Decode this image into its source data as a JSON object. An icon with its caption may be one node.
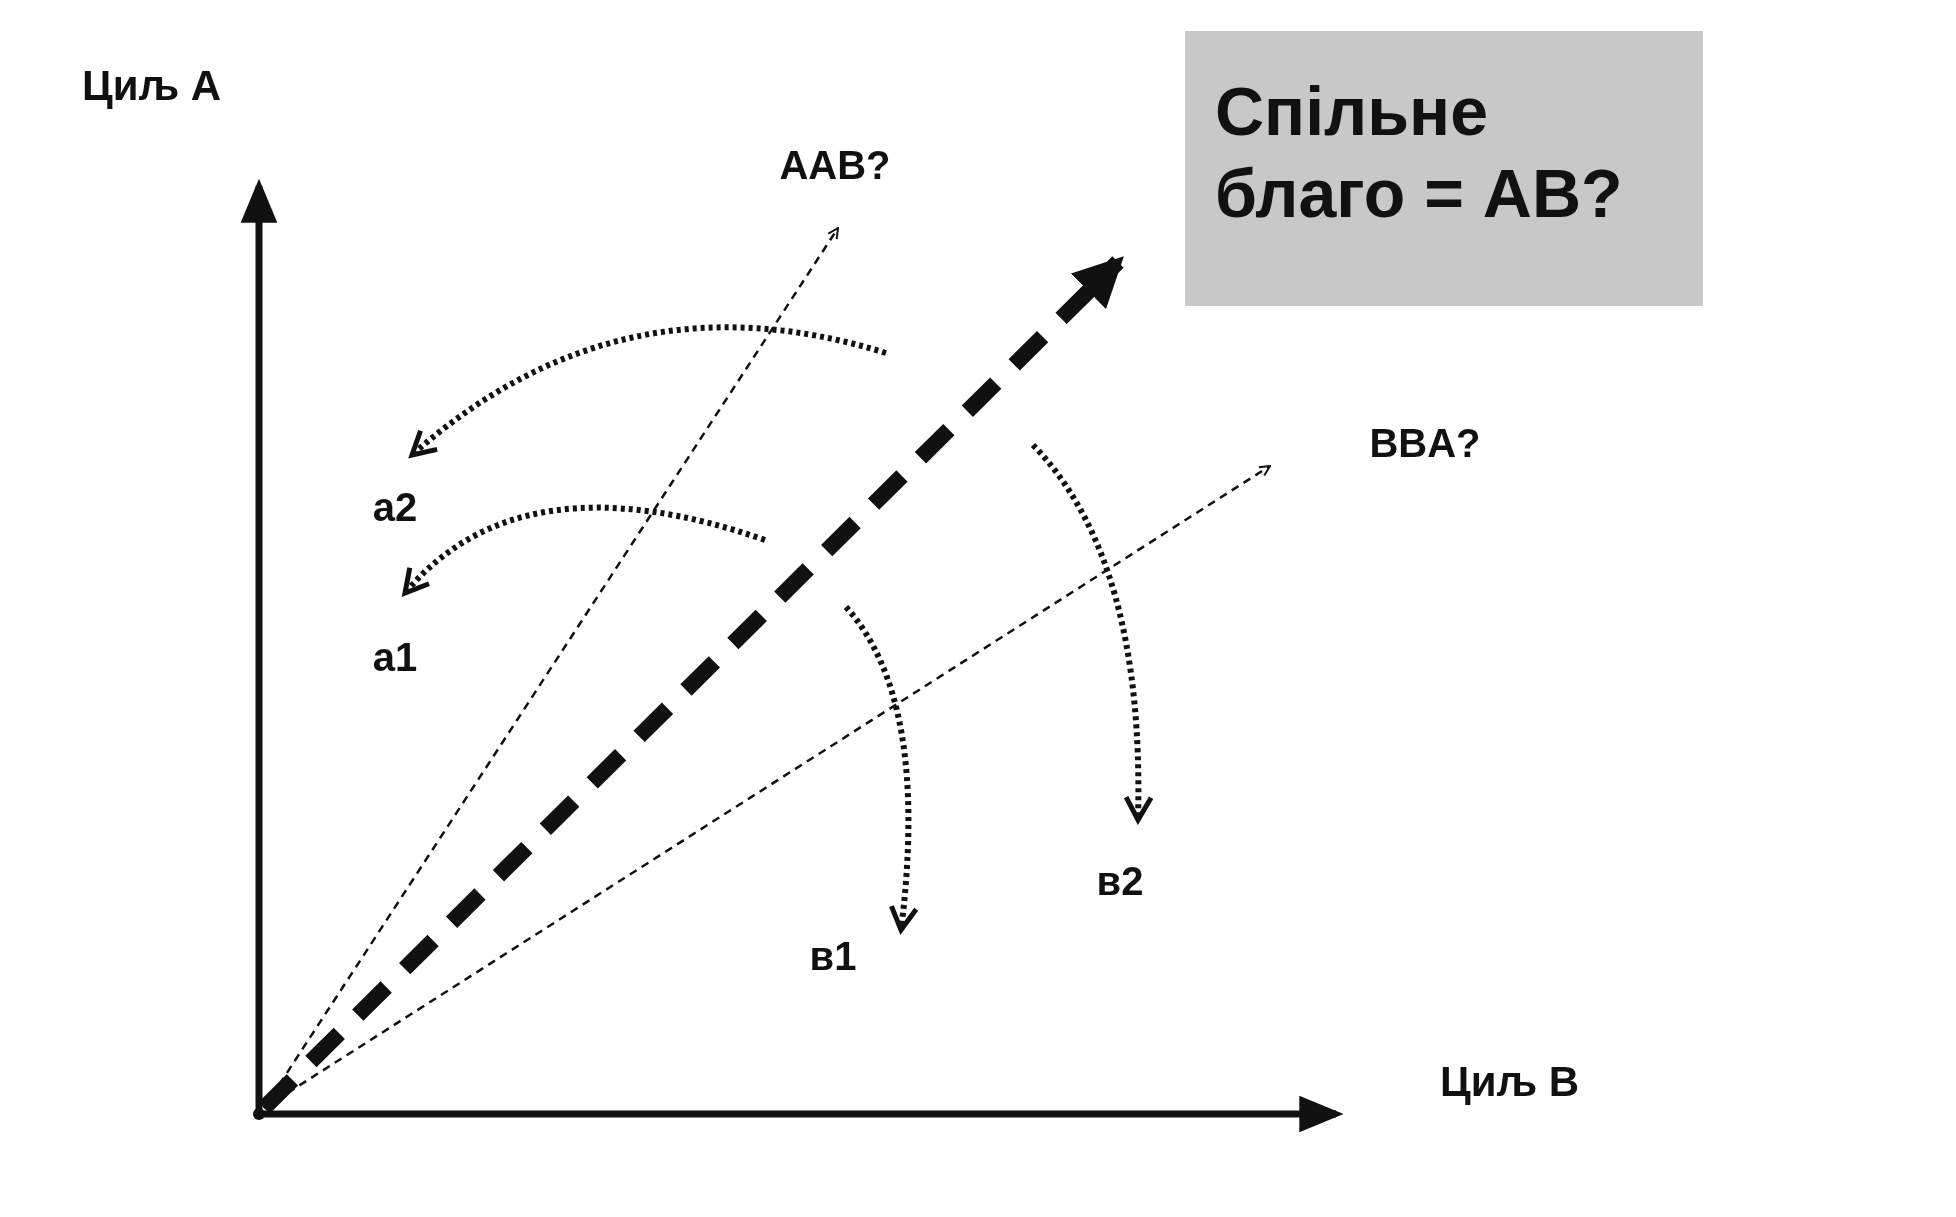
{
  "diagram": {
    "nodes": [
      {
        "text": [],
        "shape": "point"
      },
      {
        "text": [
          "AAB?"
        ]
      },
      {
        "text": [
          "BBA?"
        ]
      },
      {
        "text": [
          "Спільне благо = AB?"
        ]
      },
      {
        "text": [
          "a2"
        ]
      },
      {
        "text": [
          "a1"
        ]
      },
      {
        "text": [
          "в1"
        ]
      },
      {
        "text": [
          "в2"
        ]
      }
    ],
    "edges": [
      {
        "from": 0,
        "to": 1,
        "arrow": "to",
        "style": "dashed"
      },
      {
        "from": 0,
        "to": 2,
        "arrow": "to",
        "style": "dashed"
      },
      {
        "from": 0,
        "to": 3,
        "arrow": "to",
        "style": "dashed"
      },
      {
        "from": null,
        "to": 4,
        "arrow": "to",
        "style": "dashed"
      },
      {
        "from": null,
        "to": 5,
        "arrow": "to",
        "style": "dashed"
      },
      {
        "from": null,
        "to": 6,
        "arrow": "to",
        "style": "dashed"
      },
      {
        "from": null,
        "to": 7,
        "arrow": "to",
        "style": "dashed"
      }
    ],
    "labels": [
      "Циљ A",
      "Циљ B"
    ]
  }
}
